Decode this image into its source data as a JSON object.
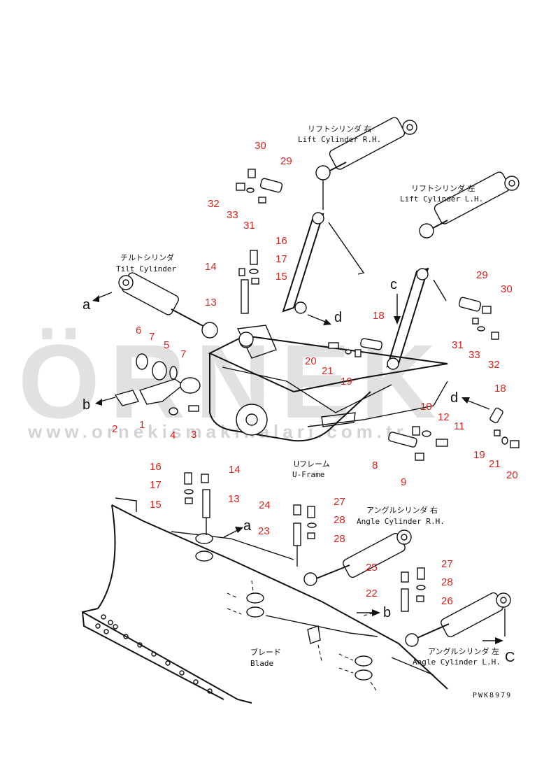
{
  "watermark": {
    "brand": "ÖRNEK",
    "url": "www.ornekismakinalari.com.tr",
    "accent_color": "#f0b400"
  },
  "drawing_code": "PWK8979",
  "components": {
    "lift_r": {
      "jp": "リフトシリンダ 右",
      "en": "Lift Cylinder R.H."
    },
    "lift_l": {
      "jp": "リフトシリンダ 左",
      "en": "Lift Cylinder L.H."
    },
    "tilt": {
      "jp": "チルトシリンダ",
      "en": "Tilt Cylinder"
    },
    "uframe": {
      "jp": "Uフレーム",
      "en": "U-Frame"
    },
    "angle_r": {
      "jp": "アングルシリンダ 右",
      "en": "Angle Cylinder R.H."
    },
    "angle_l": {
      "jp": "アングルシリンダ 左",
      "en": "Angle Cylinder L.H."
    },
    "blade": {
      "jp": "ブレード",
      "en": "Blade"
    }
  },
  "refs": {
    "a": "a",
    "b": "b",
    "c": "c",
    "d": "d",
    "C": "C"
  },
  "callouts": {
    "n1": "1",
    "n2": "2",
    "n3": "3",
    "n4": "4",
    "n5": "5",
    "n6": "6",
    "n7": "7",
    "n8": "8",
    "n9": "9",
    "n10": "10",
    "n11": "11",
    "n12": "12",
    "n13": "13",
    "n14": "14",
    "n15": "15",
    "n16": "16",
    "n17": "17",
    "n18": "18",
    "n19": "19",
    "n20": "20",
    "n21": "21",
    "n22": "22",
    "n23": "23",
    "n24": "24",
    "n25": "25",
    "n26": "26",
    "n27": "27",
    "n28": "28",
    "n29": "29",
    "n30": "30",
    "n31": "31",
    "n32": "32",
    "n33": "33"
  }
}
